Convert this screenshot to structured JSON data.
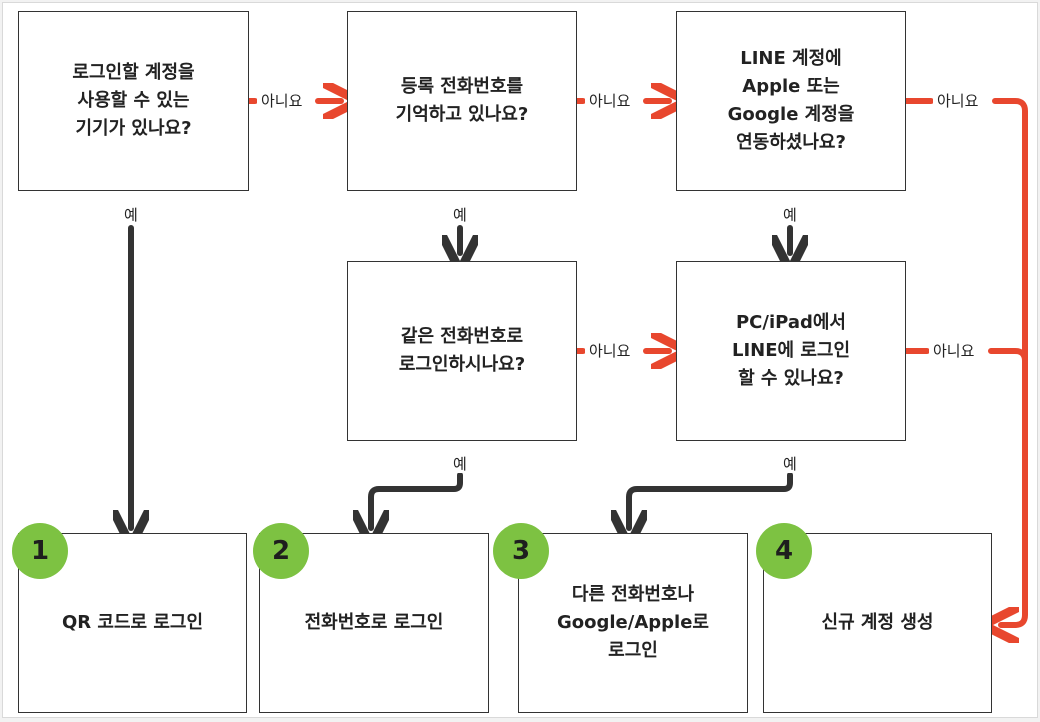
{
  "colors": {
    "yes_arrow": "#333333",
    "no_arrow": "#e8472e",
    "badge": "#7dc242"
  },
  "questions": {
    "q1": "로그인할 계정을\n사용할 수 있는\n기기가 있나요?",
    "q2": "등록 전화번호를\n기억하고 있나요?",
    "q3": "LINE 계정에\nApple 또는\nGoogle 계정을\n연동하셨나요?",
    "q4": "같은 전화번호로\n로그인하시나요?",
    "q5": "PC/iPad에서\nLINE에 로그인\n할 수 있나요?"
  },
  "labels": {
    "yes": "예",
    "no": "아니요"
  },
  "outcomes": [
    {
      "number": "1",
      "text": "QR 코드로 로그인"
    },
    {
      "number": "2",
      "text": "전화번호로 로그인"
    },
    {
      "number": "3",
      "text": "다른 전화번호나\nGoogle/Apple로\n로그인"
    },
    {
      "number": "4",
      "text": "신규 계정 생성"
    }
  ]
}
